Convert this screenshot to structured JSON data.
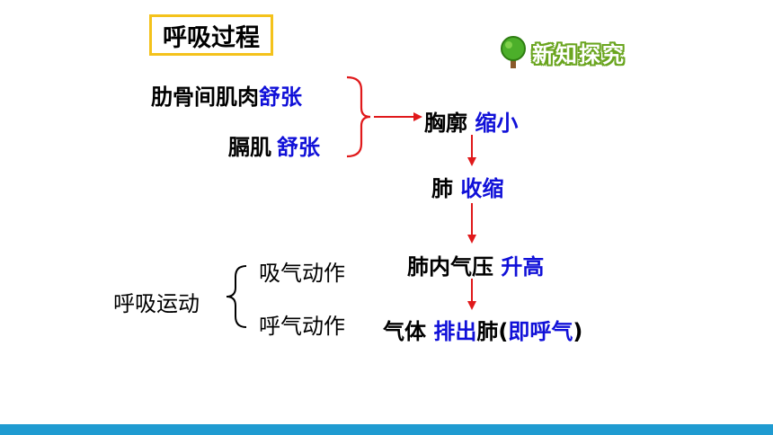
{
  "title": "呼吸过程",
  "badge": {
    "label": "新知探究",
    "icon": "tree-icon"
  },
  "muscles": [
    {
      "name": "肋骨间肌肉",
      "state": "舒张"
    },
    {
      "name": "膈肌",
      "state": "舒张"
    }
  ],
  "chain": [
    {
      "subject": "胸廓",
      "result": "缩小"
    },
    {
      "subject": "肺",
      "result": "收缩"
    },
    {
      "subject": "肺内气压",
      "result": "升高"
    }
  ],
  "final": {
    "prefix": "气体",
    "action": "排出",
    "mid": "肺(",
    "note": "即呼气",
    "suffix": ")"
  },
  "breathing": {
    "label": "呼吸运动",
    "items": [
      "吸气动作",
      "呼气动作"
    ]
  },
  "colors": {
    "accent_blue": "#1010d8",
    "arrow_red": "#e0191b",
    "title_border": "#f4c21b",
    "bar": "#1f9bd1"
  }
}
